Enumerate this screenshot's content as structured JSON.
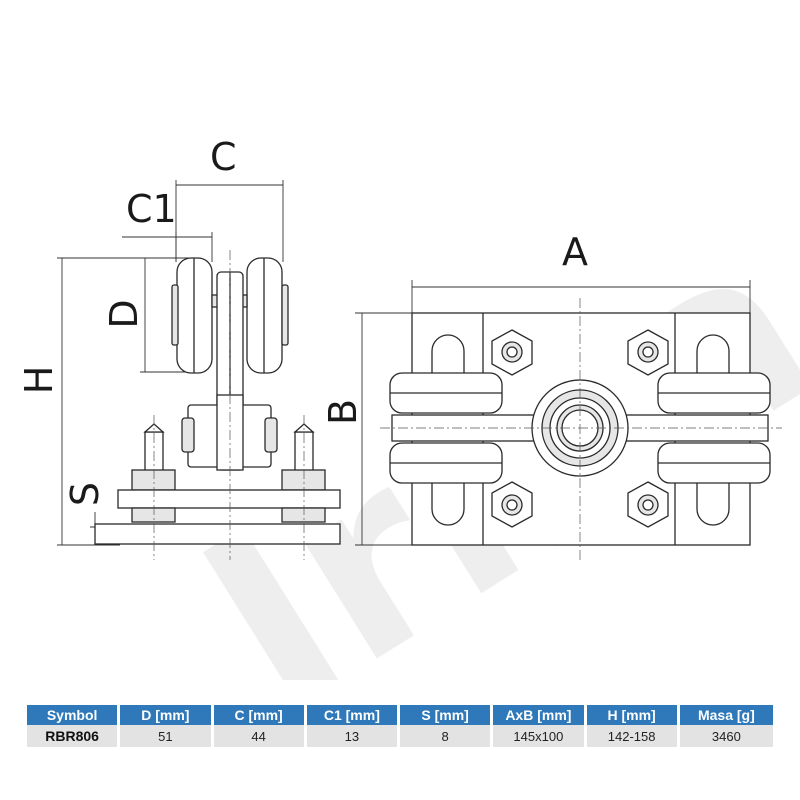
{
  "watermark": "Irma",
  "dimension_labels": {
    "c": "C",
    "c1": "C1",
    "d": "D",
    "h": "H",
    "s": "S",
    "a": "A",
    "b": "B"
  },
  "table": {
    "headers": [
      "Symbol",
      "D [mm]",
      "C [mm]",
      "C1 [mm]",
      "S [mm]",
      "AxB [mm]",
      "H [mm]",
      "Masa [g]"
    ],
    "rows": [
      [
        "RBR806",
        "51",
        "44",
        "13",
        "8",
        "145x100",
        "142-158",
        "3460"
      ]
    ]
  },
  "colors": {
    "header_bg": "#2f79ba",
    "header_text": "#ffffff",
    "row_bg": "#e3e3e3",
    "watermark": "#eeeeee"
  }
}
